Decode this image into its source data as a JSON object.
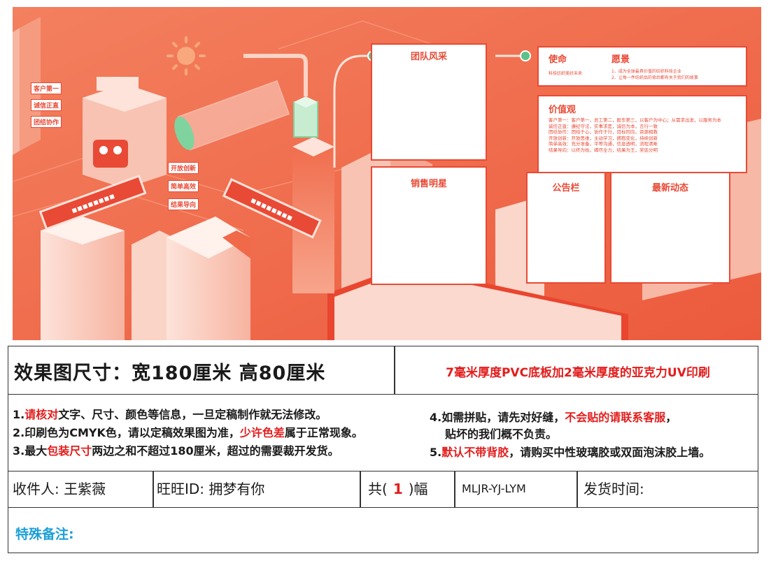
{
  "artwork": {
    "panels": {
      "team": "团队风采",
      "sales": "销售明星",
      "notice": "公告栏",
      "news": "最新动态"
    },
    "mission": {
      "title": "使命",
      "text": "科技纺织美好未来"
    },
    "vision": {
      "title": "愿景",
      "line1": "1、成为全球最具价值的纺织科技企业",
      "line2": "2、让每一件纺织品的背后都有关于我们的故事"
    },
    "values": {
      "title": "价值观",
      "lines": [
        "客户第一：客户第一，员工第二，股东第三，以客户为中心；从需求出发，以服务为本",
        "诚信正直：遵纪守法，实事求是，诚信为本，言行一致",
        "团结协作：团结于心，协作于行，目标同向，资源相救",
        "开放创新：开放思维，主动学习，拥抱变化，持续创新",
        "简单高效：充分准备，平等沟通，信息透明，流程清晰",
        "结果导向：以终为始，竭尽全力，结果为王，奖惩分明"
      ]
    },
    "signs_left": [
      "客户第一",
      "诚信正直",
      "团结协作"
    ],
    "signs_mid": [
      "开放创新",
      "简单高效",
      "结果导向"
    ]
  },
  "order": {
    "size_title": "效果图尺寸：宽180厘米  高80厘米",
    "material": "7毫米厚度PVC底板加2毫米厚度的亚克力UV印刷",
    "notes": {
      "n1_a": "1.",
      "n1_red": "请核对",
      "n1_b": "文字、尺寸、颜色等信息，一旦定稿制作就无法修改。",
      "n2_a": "2.印刷色为CMYK色，请以定稿效果图为准，",
      "n2_red": "少许色差",
      "n2_b": "属于正常现象。",
      "n3_a": "3.最大",
      "n3_red": "包装尺寸",
      "n3_b": "两边之和不超过180厘米，超过的需要裁开发货。",
      "n4_a": "4.如需拼贴，请先对好缝，",
      "n4_red": "不会贴的请联系客服",
      "n4_b": "，",
      "n4_c": "贴坏的我们概不负责。",
      "n5_a": "5.",
      "n5_red": "默认不带背胶",
      "n5_b": "，请购买中性玻璃胶或双面泡沫胶上墙。"
    },
    "recipient": "收件人: 王紫薇",
    "wangwang": "旺旺ID: 拥梦有你",
    "count_prefix": "共(",
    "count": "1",
    "count_suffix": ")幅",
    "code": "MLJR-YJ-LYM",
    "ship_time": "发货时间:",
    "remark": "特殊备注:"
  },
  "colors": {
    "accent": "#e84a36",
    "red_text": "#e21d1d",
    "remark_blue": "#1d9fd8",
    "dot_green": "#5bc08a"
  }
}
